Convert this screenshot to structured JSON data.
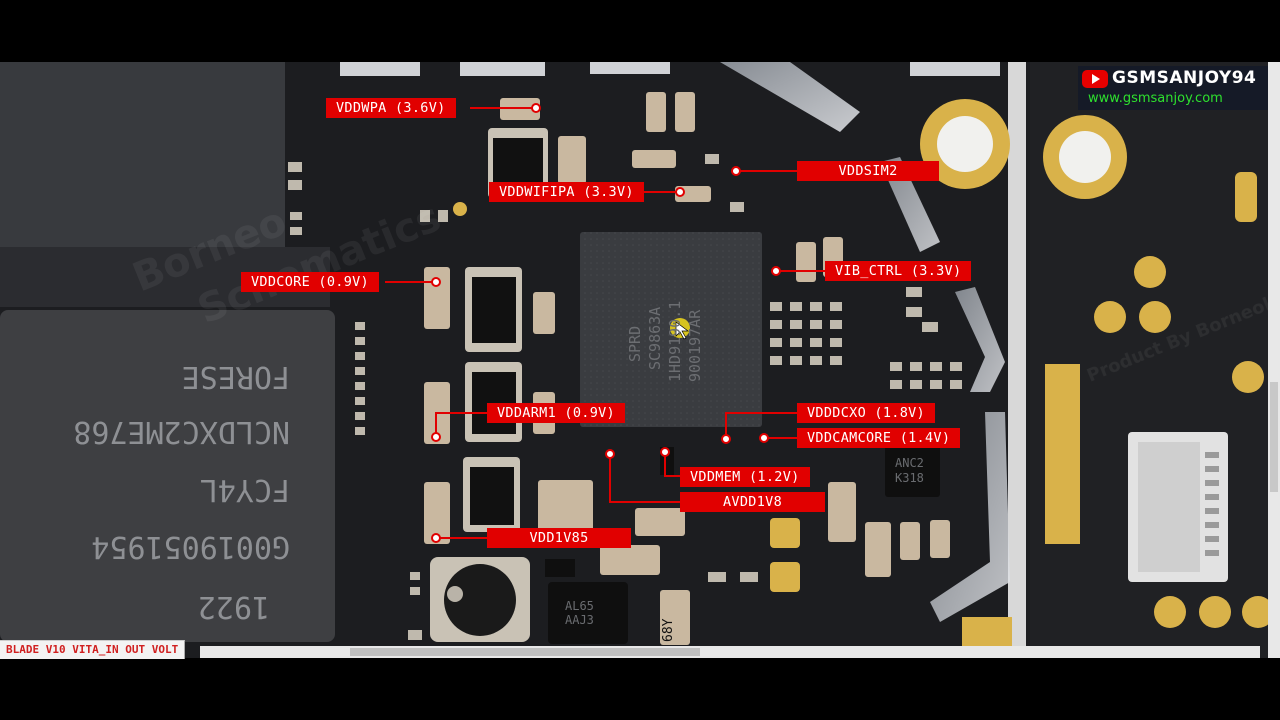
{
  "watermark": {
    "channel_name": "GSMSANJOY94",
    "website": "www.gsmsanjoy.com",
    "logo_icon": "youtube-play-icon"
  },
  "chip_markings": {
    "cpu": [
      "SPRD",
      "SC9863A",
      "1HD9190.1",
      "900197AR"
    ],
    "memory": [
      "1922",
      "G0019051954",
      "FCY4L",
      "NCLDXC2ME768",
      "FORESE"
    ],
    "small_ic_1": [
      "AL65",
      "AAJ3"
    ],
    "small_ic_2": [
      "K318",
      "ANC2"
    ],
    "tiny_chip": "68Y"
  },
  "board_watermarks": [
    "Borneo",
    "Schematics",
    "Product By Borneolife"
  ],
  "labels": [
    {
      "id": "vddwpa",
      "text": "VDDWPA (3.6V)"
    },
    {
      "id": "vddsim2",
      "text": "VDDSIM2"
    },
    {
      "id": "vddwifipa",
      "text": "VDDWIFIPA (3.3V)"
    },
    {
      "id": "vddcore",
      "text": "VDDCORE (0.9V)"
    },
    {
      "id": "vib-ctrl",
      "text": "VIB_CTRL (3.3V)"
    },
    {
      "id": "vddarm1",
      "text": "VDDARM1 (0.9V)"
    },
    {
      "id": "vdddcxo",
      "text": "VDDDCXO (1.8V)"
    },
    {
      "id": "vddcamcore",
      "text": "VDDCAMCORE (1.4V)"
    },
    {
      "id": "vddmem",
      "text": "VDDMEM (1.2V)"
    },
    {
      "id": "avdd1v8",
      "text": "AVDD1V8"
    },
    {
      "id": "vdd1v85",
      "text": "VDD1V85"
    }
  ],
  "footer_title": "BLADE V10 VITA_IN OUT VOLT",
  "colors": {
    "label_bg": "#e10000",
    "board": "#1b1c1e",
    "pad_gold": "#d9b24a"
  }
}
